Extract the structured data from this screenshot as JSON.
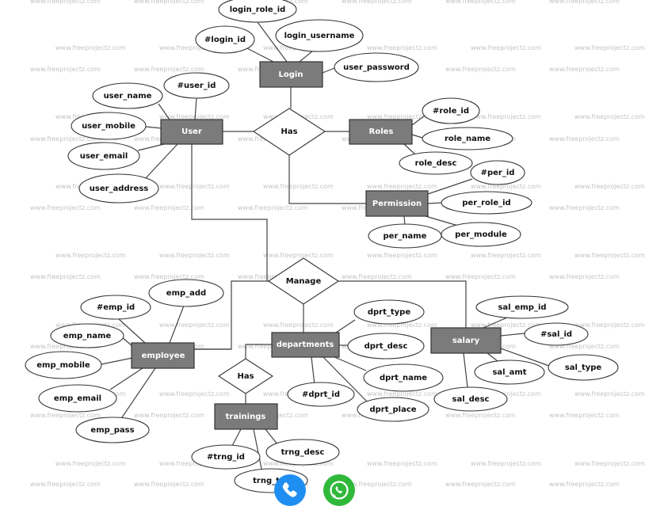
{
  "watermark": "www.freeprojectz.com",
  "entities": {
    "login": "Login",
    "user": "User",
    "roles": "Roles",
    "permission": "Permission",
    "employee": "employee",
    "departments": "departments",
    "salary": "salary",
    "trainings": "trainings"
  },
  "relationships": {
    "has_top": "Has",
    "manage": "Manage",
    "has_bottom": "Has"
  },
  "attributes": {
    "login_role_id": "login_role_id",
    "login_id": "#login_id",
    "login_username": "login_username",
    "user_password": "user_password",
    "user_name": "user_name",
    "user_id": "#user_id",
    "user_mobile": "user_mobile",
    "user_email": "user_email",
    "user_address": "user_address",
    "role_id": "#role_id",
    "role_name": "role_name",
    "role_desc": "role_desc",
    "per_id": "#per_id",
    "per_role_id": "per_role_id",
    "per_name": "per_name",
    "per_module": "per_module",
    "emp_id": "#emp_id",
    "emp_add": "emp_add",
    "emp_name": "emp_name",
    "emp_mobile": "emp_mobile",
    "emp_email": "emp_email",
    "emp_pass": "emp_pass",
    "dprt_type": "dprt_type",
    "dprt_desc": "dprt_desc",
    "dprt_name": "dprt_name",
    "dprt_id": "#dprt_id",
    "dprt_place": "dprt_place",
    "sal_emp_id": "sal_emp_id",
    "sal_id": "#sal_id",
    "sal_amt": "sal_amt",
    "sal_type": "sal_type",
    "sal_desc": "sal_desc",
    "trng_id": "#trng_id",
    "trng_desc": "trng_desc",
    "trng_t": "trng_t"
  },
  "buttons": {
    "phone_icon": "phone-icon",
    "whatsapp_icon": "whatsapp-icon"
  }
}
